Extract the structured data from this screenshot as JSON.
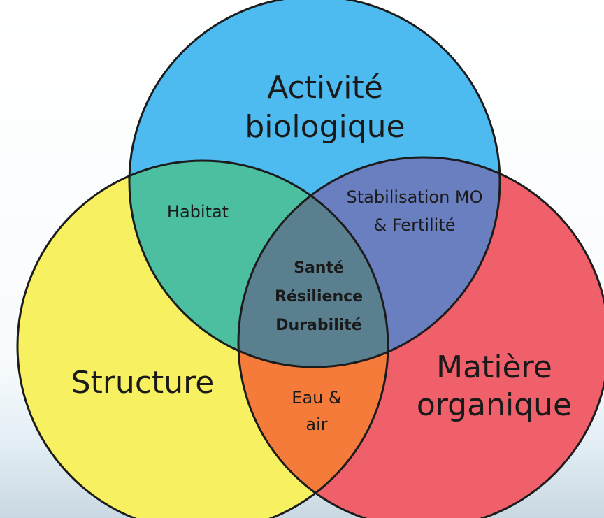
{
  "circles": {
    "top": {
      "lines": [
        "Activité",
        "biologique"
      ],
      "color": "#4dbbf0"
    },
    "left": {
      "lines": [
        "Structure"
      ],
      "color": "#f7f060"
    },
    "right": {
      "lines": [
        "Matière",
        "organique"
      ],
      "color": "#f0606a"
    }
  },
  "overlaps": {
    "top_left": {
      "lines": [
        "Habitat"
      ],
      "color": "#4bbfa0"
    },
    "top_right": {
      "lines": [
        "Stabilisation MO",
        "& Fertilité"
      ],
      "color": "#6a7fbf"
    },
    "left_right": {
      "lines": [
        "Eau &",
        "air"
      ],
      "color": "#f57b3a"
    },
    "center": {
      "lines": [
        "Santé",
        "Résilience",
        "Durabilité"
      ],
      "color": "#5a7f8f"
    }
  }
}
